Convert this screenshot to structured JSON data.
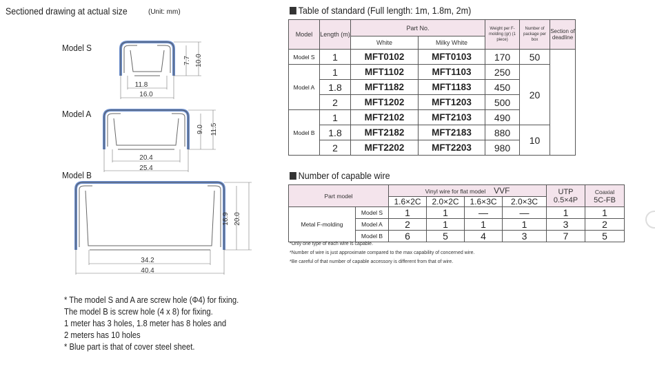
{
  "left": {
    "title": "Sectioned drawing at actual size",
    "unit": "(Unit: mm)",
    "models": [
      {
        "name": "Model S",
        "inner_h": "7.7",
        "outer_h": "10.0",
        "inner_w": "11.8",
        "outer_w": "16.0"
      },
      {
        "name": "Model A",
        "inner_h": "9.0",
        "outer_h": "11.5",
        "inner_w": "20.4",
        "outer_w": "25.4"
      },
      {
        "name": "Model B",
        "inner_h": "16.9",
        "outer_h": "20.0",
        "inner_w": "34.2",
        "outer_w": "40.4"
      }
    ],
    "notes": [
      "*  The model S and A are screw hole (Φ4) for fixing.",
      "    The model B is screw hole (4 x 8) for fixing.",
      "    1 meter has 3 holes, 1.8 meter has 8 holes and",
      "    2 meters has 10 holes",
      "*  Blue part is that of cover steel sheet."
    ],
    "colors": {
      "cover": "#6b8fd0"
    }
  },
  "standard": {
    "title": "Table of standard (Full length: 1m, 1.8m, 2m)",
    "headers": {
      "model": "Model",
      "length": "Length (m)",
      "part_no": "Part No.",
      "white": "White",
      "milky": "Milky White",
      "weight": "Weight per F-molding (gr) (1 piece)",
      "package": "Number of package per box",
      "deadline": "Section of deadline"
    },
    "groups": [
      {
        "model": "Model S",
        "rows": [
          {
            "length": "1",
            "white": "MFT0102",
            "milky": "MFT0103",
            "weight": "170"
          }
        ],
        "package": "50"
      },
      {
        "model": "Model A",
        "rows": [
          {
            "length": "1",
            "white": "MFT1102",
            "milky": "MFT1103",
            "weight": "250"
          },
          {
            "length": "1.8",
            "white": "MFT1182",
            "milky": "MFT1183",
            "weight": "450"
          },
          {
            "length": "2",
            "white": "MFT1202",
            "milky": "MFT1203",
            "weight": "500"
          }
        ]
      },
      {
        "model": "Model B",
        "rows": [
          {
            "length": "1",
            "white": "MFT2102",
            "milky": "MFT2103",
            "weight": "490"
          },
          {
            "length": "1.8",
            "white": "MFT2182",
            "milky": "MFT2183",
            "weight": "880"
          },
          {
            "length": "2",
            "white": "MFT2202",
            "milky": "MFT2203",
            "weight": "980"
          }
        ]
      }
    ],
    "package_a": "20",
    "package_b": "10"
  },
  "wire": {
    "title": "Number of capable wire",
    "headers": {
      "part_model": "Part model",
      "vinyl": "Vinyl wire for flat model",
      "vvf": "VVF",
      "utp": "UTP",
      "utp_sub": "0.5×4P",
      "coaxial": "Coaxial",
      "coax_sub": "5C-FB",
      "cols": [
        "1.6×2C",
        "2.0×2C",
        "1.6×3C",
        "2.0×3C"
      ]
    },
    "group": "Metal F-molding",
    "rows": [
      {
        "model": "Model S",
        "values": [
          "1",
          "1",
          "—",
          "—",
          "1",
          "1"
        ]
      },
      {
        "model": "Model A",
        "values": [
          "2",
          "1",
          "1",
          "1",
          "3",
          "2"
        ]
      },
      {
        "model": "Model B",
        "values": [
          "6",
          "5",
          "4",
          "3",
          "7",
          "5"
        ]
      }
    ],
    "notes": [
      "*Only one type of each wire is capable.",
      "*Number of wire is just approximate compared to the max capability of concerned wire.",
      "*Be careful of that number of capable accessory is different from that of wire."
    ]
  }
}
